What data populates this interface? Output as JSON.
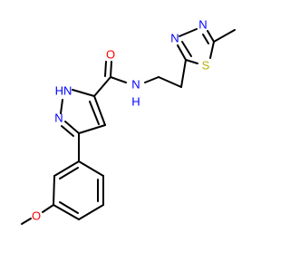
{
  "atom_colors": {
    "N": "#0000ff",
    "O": "#ff0000",
    "S": "#b2b200",
    "C": "#000000"
  },
  "atoms": {
    "ome_o": "O",
    "carbonyl_o": "O",
    "pyrazole_nh": "HN",
    "pyrazole_n": "N",
    "amide_nh": "N",
    "amide_h": "H",
    "thiadiazole_n1": "N",
    "thiadiazole_n2": "N",
    "thiadiazole_s": "S"
  }
}
